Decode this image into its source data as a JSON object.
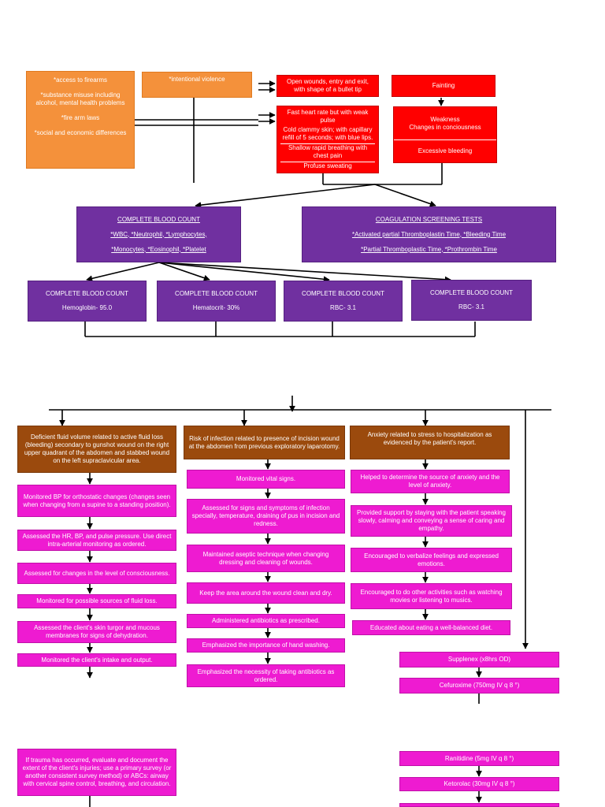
{
  "colors": {
    "orange": "#f4913b",
    "red": "#ff0000",
    "purple": "#7030a0",
    "brown": "#9b4a0d",
    "pink": "#ee1bd1"
  },
  "risk_factors": {
    "items": [
      "*access to firearms",
      "*substance misuse including alcohol, mental health problems",
      "*fire arm laws",
      "*social and economic differences"
    ],
    "intentional": "*intentional violence"
  },
  "signs": {
    "wounds": "Open wounds, entry and exit, with shape of a bullet tip",
    "vitals": [
      "Fast heart rate but with weak pulse",
      "Cold clammy skin; with capillary refill of 5 seconds; with blue lips.",
      "Shallow rapid breathing with chest pain",
      "Profuse sweating"
    ],
    "fainting": "Fainting",
    "weakness": [
      "Weakness",
      "Changes in conciousness"
    ],
    "bleeding": "Excessive bleeding"
  },
  "tests": {
    "cbc": {
      "title": "COMPLETE BLOOD COUNT",
      "line1": "*WBC, *Neutrophil, *Lymphocytes,",
      "line2": "*Monocytes, *Eosinophil, *Platelet"
    },
    "coag": {
      "title": "COAGULATION SCREENING TESTS",
      "line1": "*Activated partial Thromboplastin Time, *Bleeding Time",
      "line2": "*Partial Thromboplastic Time, *Prothrombin Time"
    }
  },
  "results": [
    {
      "title": "COMPLETE BLOOD COUNT",
      "value": "Hemoglobin- 95.0"
    },
    {
      "title": "COMPLETE BLOOD COUNT",
      "value": "Hematocrit- 30%"
    },
    {
      "title": "COMPLETE BLOOD COUNT",
      "value": "RBC- 3.1"
    },
    {
      "title": "COMPLETE BLOOD COUNT",
      "value": "RBC- 3.1"
    }
  ],
  "diagnoses": {
    "fluid": "Deficient fluid volume related to active fluid loss (bleeding) secondary to gunshot wound on the right upper quadrant of the abdomen and stabbed wound on the left supraclavicular area.",
    "infection": "Risk of infection related to presence of incision wound at the abdomen from previous exploratory laparotomy.",
    "anxiety": "Anxiety related to stress to hospitalization as evidenced by the patient's report."
  },
  "interventions": {
    "fluid": [
      "Monitored BP for orthostatic changes (changes seen when changing from a supine to a standing position).",
      "Assessed the HR, BP, and pulse pressure. Use direct intra-arterial monitoring as ordered.",
      "Assessed for changes in the level of consciousness.",
      "Monitored for possible sources of fluid loss.",
      "Assessed the client's skin turgor and mucous membranes for signs of dehydration.",
      "Monitored the client's intake and output."
    ],
    "infection": [
      "Monitored  vital signs.",
      "Assessed for signs and symptoms of infection specially, temperature, draining of pus in incision and redness.",
      "Maintained aseptic technique when changing dressing and cleaning of wounds.",
      "Keep the area around the wound clean and dry.",
      "Administered antibiotics as prescribed.",
      "Emphasized the importance of hand washing.",
      "Emphasized the necessity of taking antibiotics as ordered."
    ],
    "anxiety": [
      "Helped to determine the source of anxiety and the level of anxiety.",
      "Provided support by staying with the patient speaking slowly, calming and conveying a sense of caring and empathy.",
      "Encouraged to verbalize feelings and expressed emotions.",
      "Encouraged to do other activities such as watching movies or listening to musics.",
      "Educated about eating a well-balanced diet."
    ]
  },
  "medications": [
    "Supplenex (x8hrs OD)",
    "Cefuroxime (750mg IV q 8 °)",
    "Ranitidine (5mg IV q 8 °)",
    "Ketorolac (30mg IV q 8 °)"
  ],
  "trauma": "If trauma has occurred, evaluate and document the extent of the client's injuries; use a primary survey (or another consistent survey method) or ABCs: airway with cervical spine control, breathing, and circulation."
}
